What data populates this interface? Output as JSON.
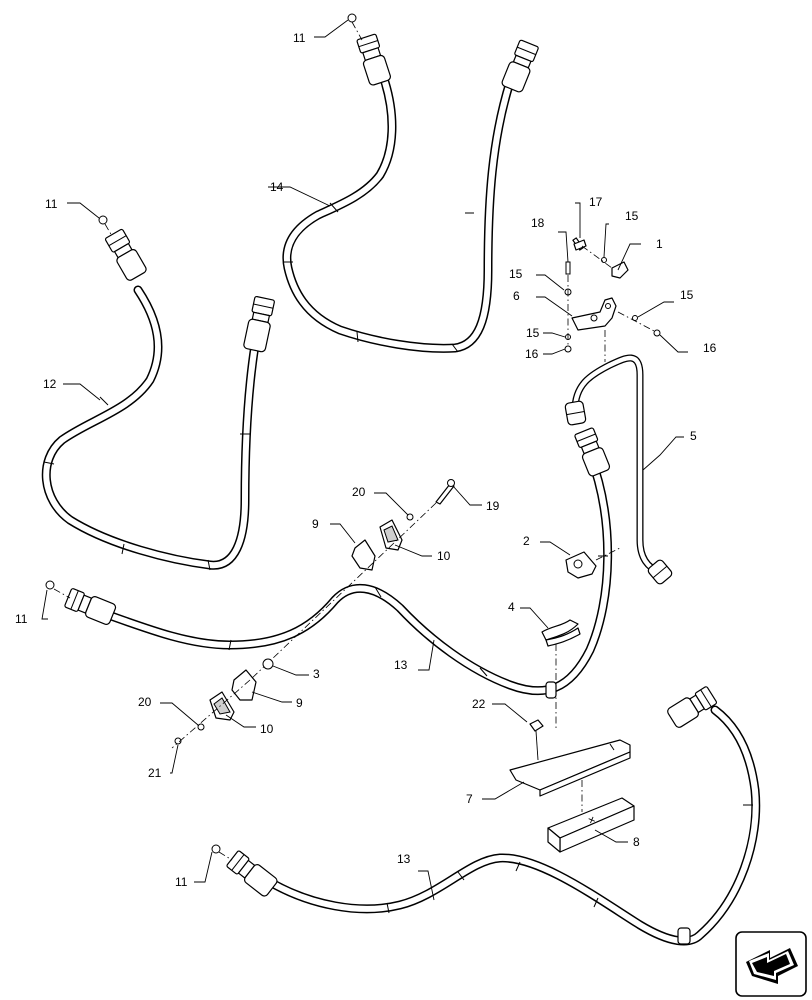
{
  "callouts": {
    "c1": "1",
    "c2": "2",
    "c3": "3",
    "c4": "4",
    "c5": "5",
    "c6": "6",
    "c7": "7",
    "c8": "8",
    "c9a": "9",
    "c9b": "9",
    "c10a": "10",
    "c10b": "10",
    "c11a": "11",
    "c11b": "11",
    "c11c": "11",
    "c11d": "11",
    "c12": "12",
    "c13a": "13",
    "c13b": "13",
    "c14": "14",
    "c15a": "15",
    "c15b": "15",
    "c15c": "15",
    "c15d": "15",
    "c16a": "16",
    "c16b": "16",
    "c17": "17",
    "c18": "18",
    "c19": "19",
    "c20a": "20",
    "c20b": "20",
    "c21": "21",
    "c22": "22"
  },
  "icons": {
    "nav": "next-page-arrow-icon"
  }
}
